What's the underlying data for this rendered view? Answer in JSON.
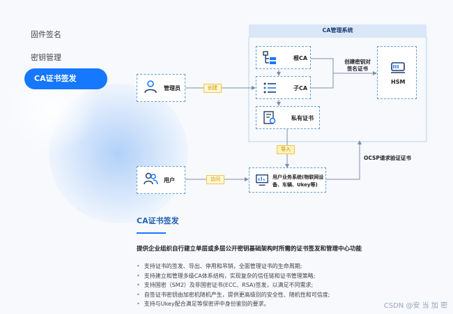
{
  "nav": {
    "items": [
      {
        "label": "固件签名"
      },
      {
        "label": "密钥管理"
      },
      {
        "label": "CA证书签发",
        "active": true
      }
    ]
  },
  "diagram": {
    "system_title": "CA管理系统",
    "nodes": {
      "admin": {
        "label": "管理员",
        "icon": "admin-user-icon"
      },
      "root_ca": {
        "label": "根CA",
        "icon": "hierarchy-icon"
      },
      "sub_ca": {
        "label": "子CA",
        "icon": "list-icon"
      },
      "private_cert": {
        "label": "私有证书",
        "icon": "certificate-icon"
      },
      "hsm": {
        "label": "HSM",
        "icon": "hsm-device-icon"
      },
      "user": {
        "label": "用户",
        "icon": "users-icon"
      },
      "business": {
        "label_line1": "用户业务系统(物联网设",
        "label_line2": "备、车辆、Ukey等)",
        "icon": "monitor-icon"
      }
    },
    "edge_labels": {
      "create": "创建",
      "create_key_sign": {
        "line1": "创建密钥对",
        "line2": "签名证书"
      },
      "import": "导入",
      "access": "访问",
      "ocsp": "OCSP请求验证证书"
    }
  },
  "section": {
    "title": "CA证书签发",
    "description": "提供企业组织自行建立单层或多层公开密钥基础架构时所需的证书签发和管理中心功能",
    "bullets": [
      "支持证书的签发、导出、停用和吊销，全面管理证书的生命周期;",
      "支持建立和管理多级CA体系结构，实现复杂的信任链和证书管理策略;",
      "支持国密（SM2）及非国密证书(ECC、RSA)签发，以满足不同需求;",
      "自签证书密钥由加密机随机产生，提供更高级别的安全性、随机性和可信度;",
      "支持与Ukey配合满足等保密评中身份鉴别的要求。"
    ]
  },
  "watermark": "CSDN @安 当 加 密",
  "colors": {
    "accent": "#1677ff",
    "dash": "#5aa0d8",
    "tag": "#f2c54b"
  }
}
